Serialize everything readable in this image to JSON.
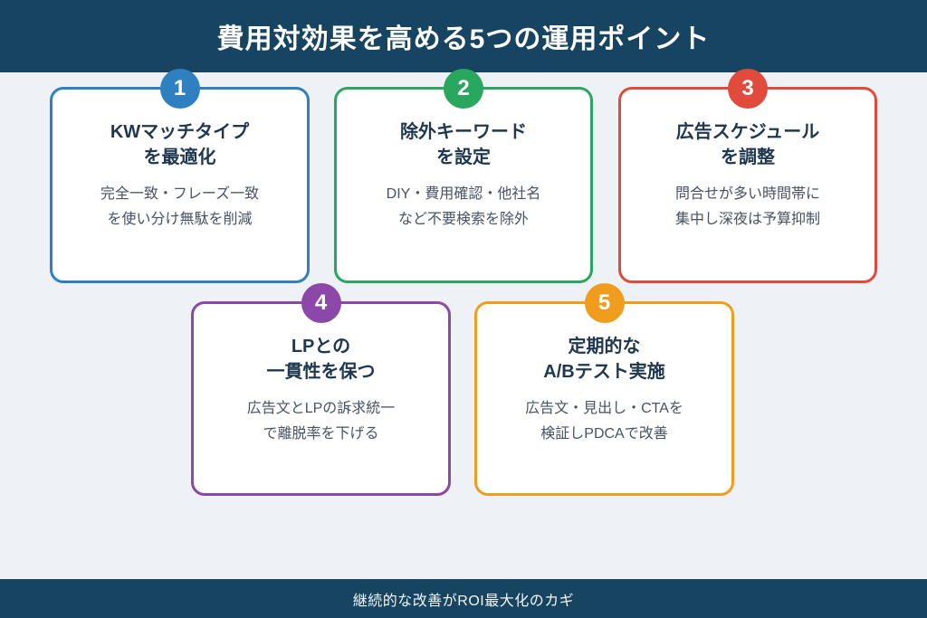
{
  "header": {
    "title": "費用対効果を高める5つの運用ポイント"
  },
  "footer": {
    "text": "継続的な改善がROI最大化のカギ"
  },
  "colors": {
    "band_bg": "#174460",
    "page_bg": "#eef1f6",
    "card_bg": "#ffffff",
    "title_text": "#20384f",
    "body_text": "#475263",
    "accent_blue": "#2e80c0",
    "accent_green": "#2aa75f",
    "accent_red": "#e14b3c",
    "accent_purple": "#8c48a8",
    "accent_orange": "#f09d1e"
  },
  "cards": [
    {
      "number": "1",
      "accent": "#2e80c0",
      "title_line1": "KWマッチタイプ",
      "title_line2": "を最適化",
      "body_line1": "完全一致・フレーズ一致",
      "body_line2": "を使い分け無駄を削減"
    },
    {
      "number": "2",
      "accent": "#2aa75f",
      "title_line1": "除外キーワード",
      "title_line2": "を設定",
      "body_line1": "DIY・費用確認・他社名",
      "body_line2": "など不要検索を除外"
    },
    {
      "number": "3",
      "accent": "#e14b3c",
      "title_line1": "広告スケジュール",
      "title_line2": "を調整",
      "body_line1": "問合せが多い時間帯に",
      "body_line2": "集中し深夜は予算抑制"
    },
    {
      "number": "4",
      "accent": "#8c48a8",
      "title_line1": "LPとの",
      "title_line2": "一貫性を保つ",
      "body_line1": "広告文とLPの訴求統一",
      "body_line2": "で離脱率を下げる"
    },
    {
      "number": "5",
      "accent": "#f09d1e",
      "title_line1": "定期的な",
      "title_line2": "A/Bテスト実施",
      "body_line1": "広告文・見出し・CTAを",
      "body_line2": "検証しPDCAで改善"
    }
  ]
}
